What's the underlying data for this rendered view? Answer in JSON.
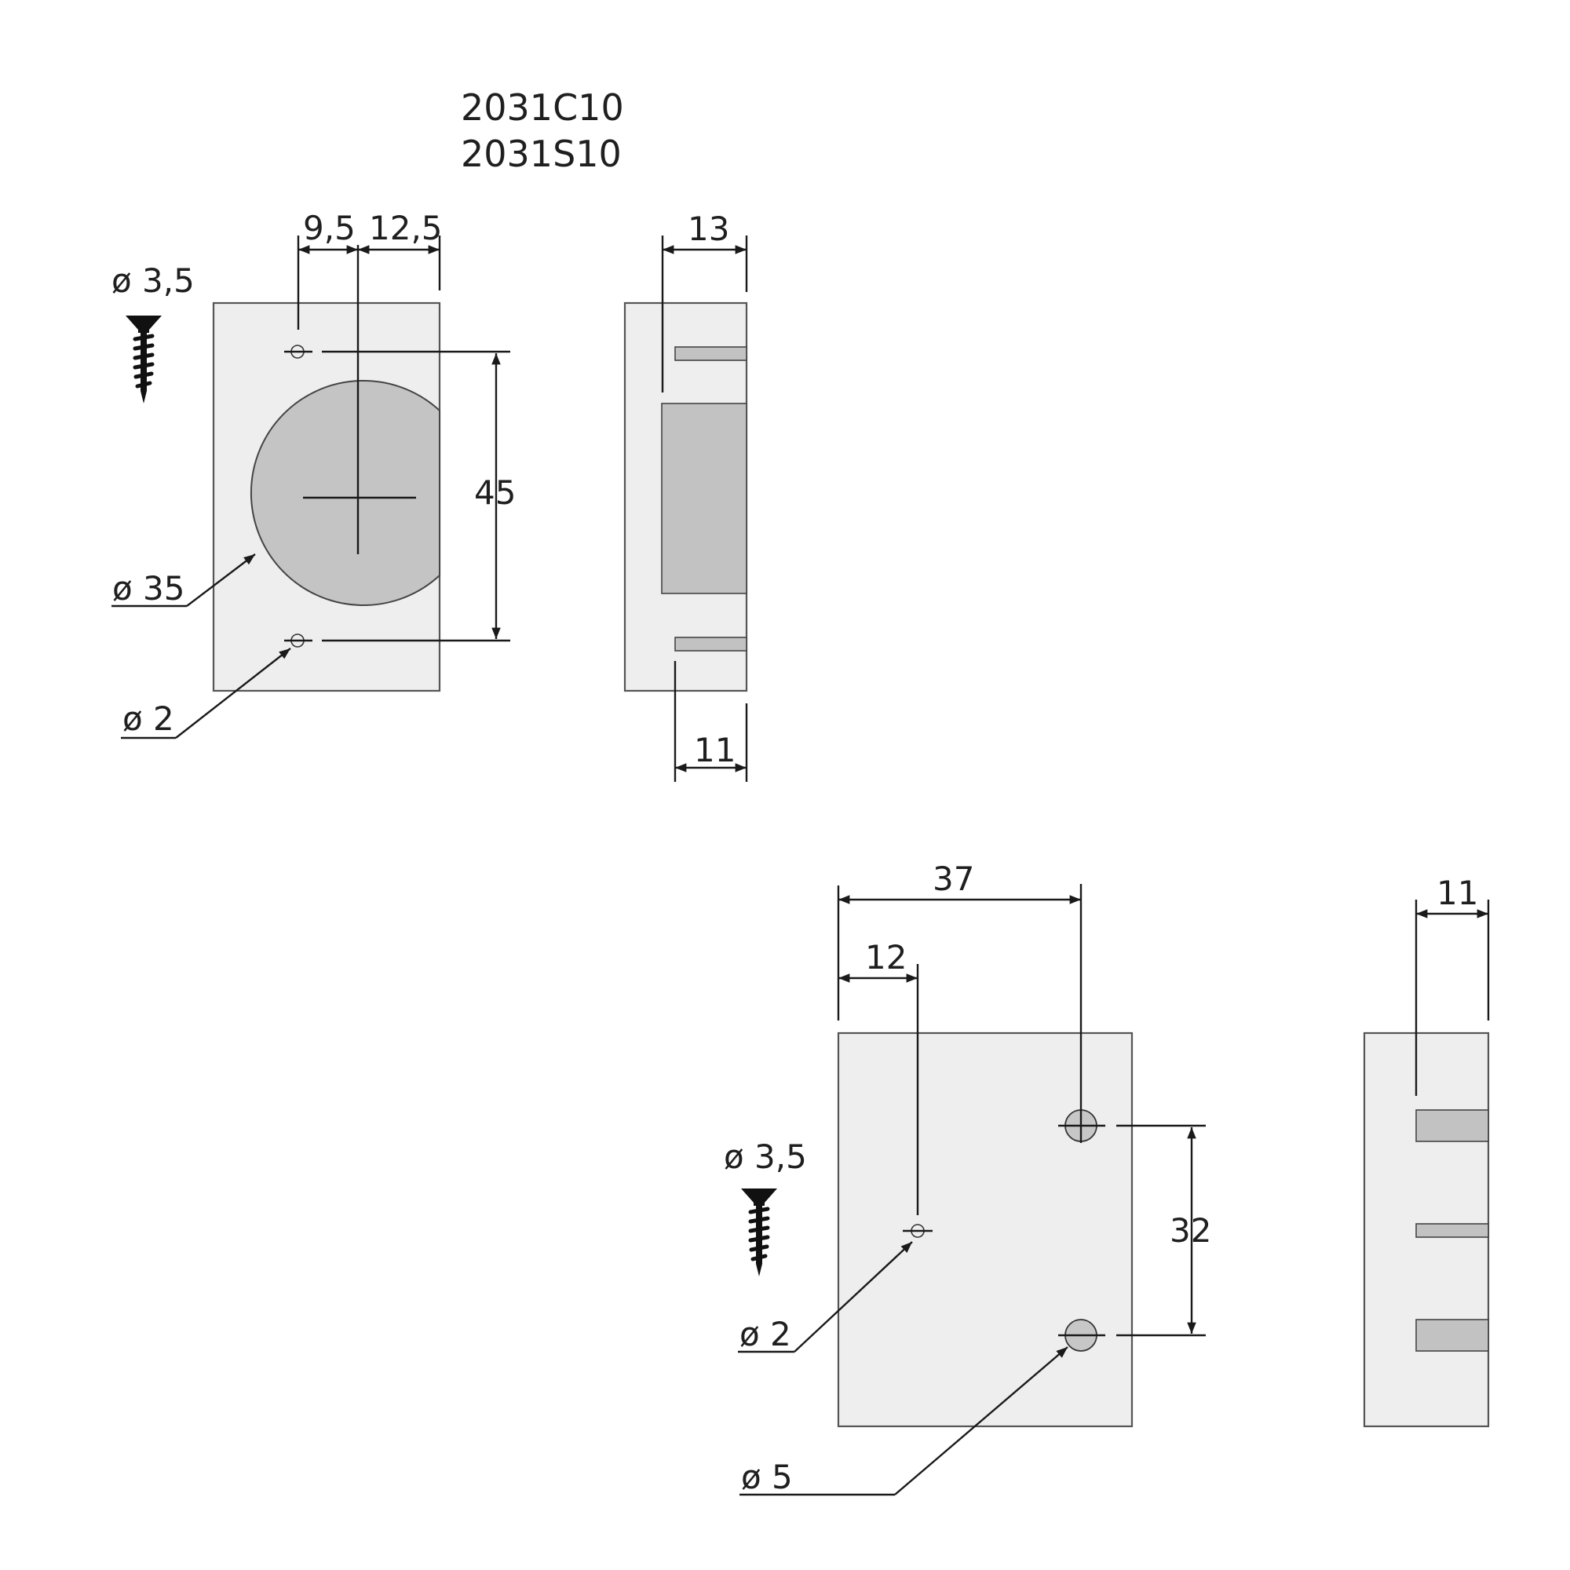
{
  "product_codes": [
    "2031C10",
    "2031S10"
  ],
  "hinge_cup_plate": {
    "front_view": {
      "dim_left": "9,5",
      "dim_right": "12,5",
      "dim_hole_spacing": "45",
      "label_screw": "ø 3,5",
      "label_cup": "ø 35",
      "label_pilot_hole": "ø 2"
    },
    "side_view": {
      "dim_top": "13",
      "dim_bottom": "11"
    }
  },
  "mounting_plate": {
    "front_view": {
      "dim_width": "37",
      "dim_offset": "12",
      "dim_hole_spacing": "32",
      "label_screw": "ø 3,5",
      "label_pilot_hole": "ø 2",
      "label_mount_hole": "ø 5"
    },
    "side_view": {
      "dim_top": "11"
    }
  },
  "colors": {
    "part_fill": "#eeeeee",
    "cup_fill": "#c4c4c4",
    "line": "#1a1a1a"
  }
}
